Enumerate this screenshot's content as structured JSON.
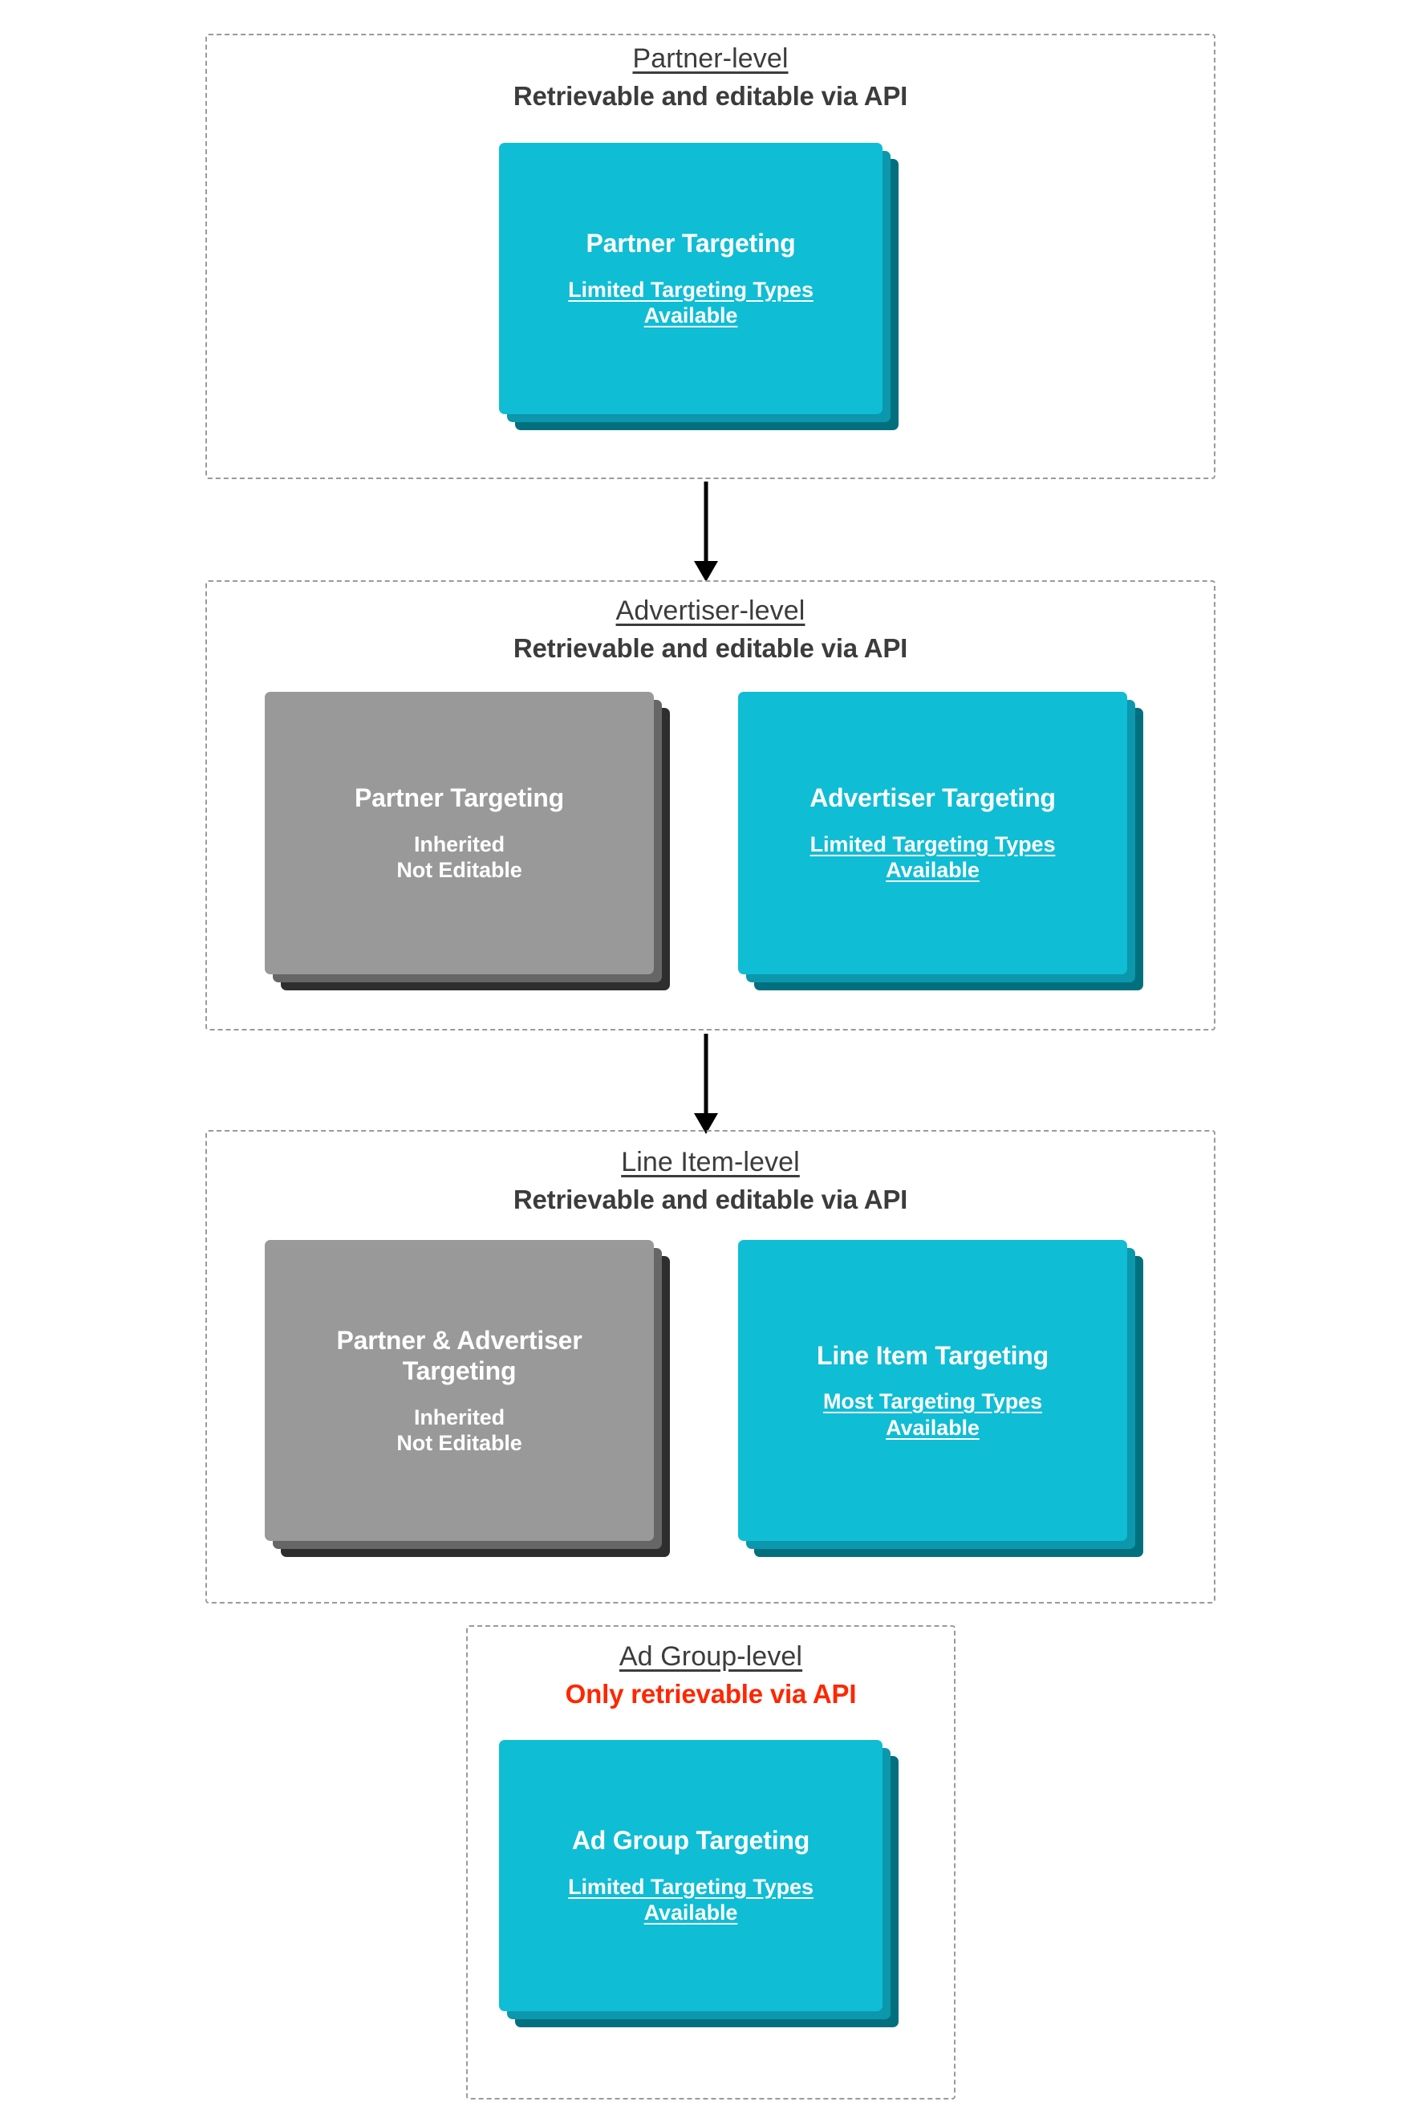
{
  "diagram": {
    "title_semantic": "targeting-inheritance-hierarchy",
    "colors": {
      "card_cyan_front": "#0fbdd5",
      "card_cyan_mid": "#0d97ac",
      "card_cyan_back": "#00707f",
      "card_gray_front": "#999999",
      "card_gray_mid": "#666666",
      "card_gray_back": "#2e2e2e",
      "dashed_border": "#9a9a9a",
      "header_text": "#3c3c3c",
      "alert_text": "#ff2600",
      "arrow": "#000000"
    }
  },
  "levels": [
    {
      "id": "partner",
      "title": "Partner-level",
      "subtitle": "Retrievable and editable via API",
      "subtitle_alert": false,
      "cards": [
        {
          "id": "partner-targeting",
          "style": "cyan",
          "title": "Partner Targeting",
          "subtitle": "Limited Targeting Types Available",
          "subtitle_underlined": true
        }
      ]
    },
    {
      "id": "advertiser",
      "title": "Advertiser-level",
      "subtitle": "Retrievable and editable via API",
      "subtitle_alert": false,
      "cards": [
        {
          "id": "partner-targeting-inherited",
          "style": "gray",
          "title": "Partner Targeting",
          "subtitle": "Inherited Not Editable",
          "subtitle_underlined": false
        },
        {
          "id": "advertiser-targeting",
          "style": "cyan",
          "title": "Advertiser Targeting",
          "subtitle": "Limited Targeting Types Available",
          "subtitle_underlined": true
        }
      ]
    },
    {
      "id": "line-item",
      "title": "Line Item-level",
      "subtitle": "Retrievable and editable via API",
      "subtitle_alert": false,
      "cards": [
        {
          "id": "partner-advertiser-targeting-inherited",
          "style": "gray",
          "title": "Partner & Advertiser Targeting",
          "subtitle": "Inherited Not Editable",
          "subtitle_underlined": false
        },
        {
          "id": "line-item-targeting",
          "style": "cyan",
          "title": "Line Item Targeting",
          "subtitle": "Most Targeting Types Available",
          "subtitle_underlined": true
        }
      ]
    },
    {
      "id": "ad-group",
      "title": "Ad Group-level",
      "subtitle": "Only retrievable via API",
      "subtitle_alert": true,
      "cards": [
        {
          "id": "ad-group-targeting",
          "style": "cyan",
          "title": "Ad Group Targeting",
          "subtitle": "Limited Targeting Types Available",
          "subtitle_underlined": true
        }
      ]
    }
  ],
  "card_text": {
    "limited_line1": "Limited Targeting Types",
    "limited_line2": "Available",
    "most_line1": "Most Targeting Types",
    "most_line2": "Available",
    "inherited_line1": "Inherited",
    "inherited_line2": "Not Editable"
  },
  "connectors": [
    {
      "id": "partner-to-advertiser",
      "label": "arrow-down"
    },
    {
      "id": "advertiser-to-line-item",
      "label": "arrow-down"
    }
  ]
}
